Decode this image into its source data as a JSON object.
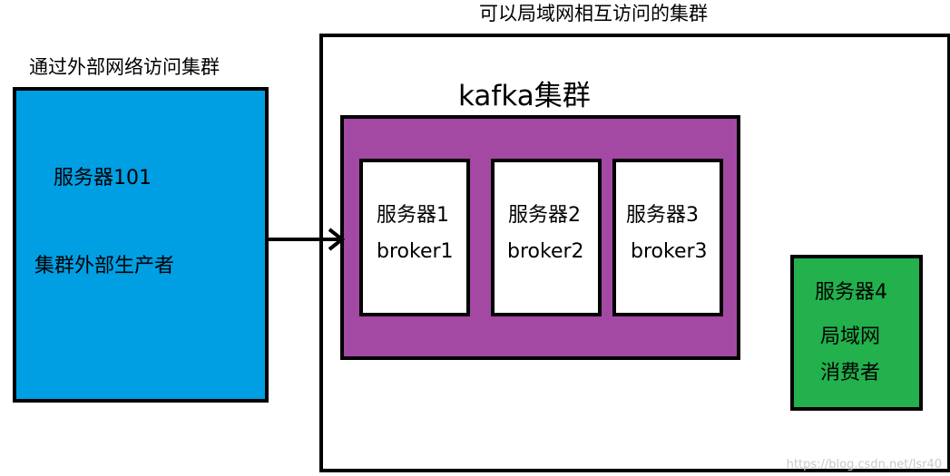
{
  "external_cluster": {
    "label": "通过外部网络访问集群",
    "server_name": "服务器101",
    "role": "集群外部生产者"
  },
  "lan_cluster": {
    "label": "可以局域网相互访问的集群",
    "kafka": {
      "label": "kafka集群",
      "brokers": [
        {
          "server": "服务器1",
          "broker": "broker1"
        },
        {
          "server": "服务器2",
          "broker": "broker2"
        },
        {
          "server": "服务器3",
          "broker": "broker3"
        }
      ]
    },
    "consumer": {
      "server": "服务器4",
      "line1": "局域网",
      "line2": "消费者"
    }
  },
  "watermark": "https://blog.csdn.net/lsr40",
  "colors": {
    "external_fill": "#009fe3",
    "kafka_fill": "#a349a4",
    "broker_fill": "#ffffff",
    "consumer_fill": "#22b14c",
    "border": "#000000"
  }
}
